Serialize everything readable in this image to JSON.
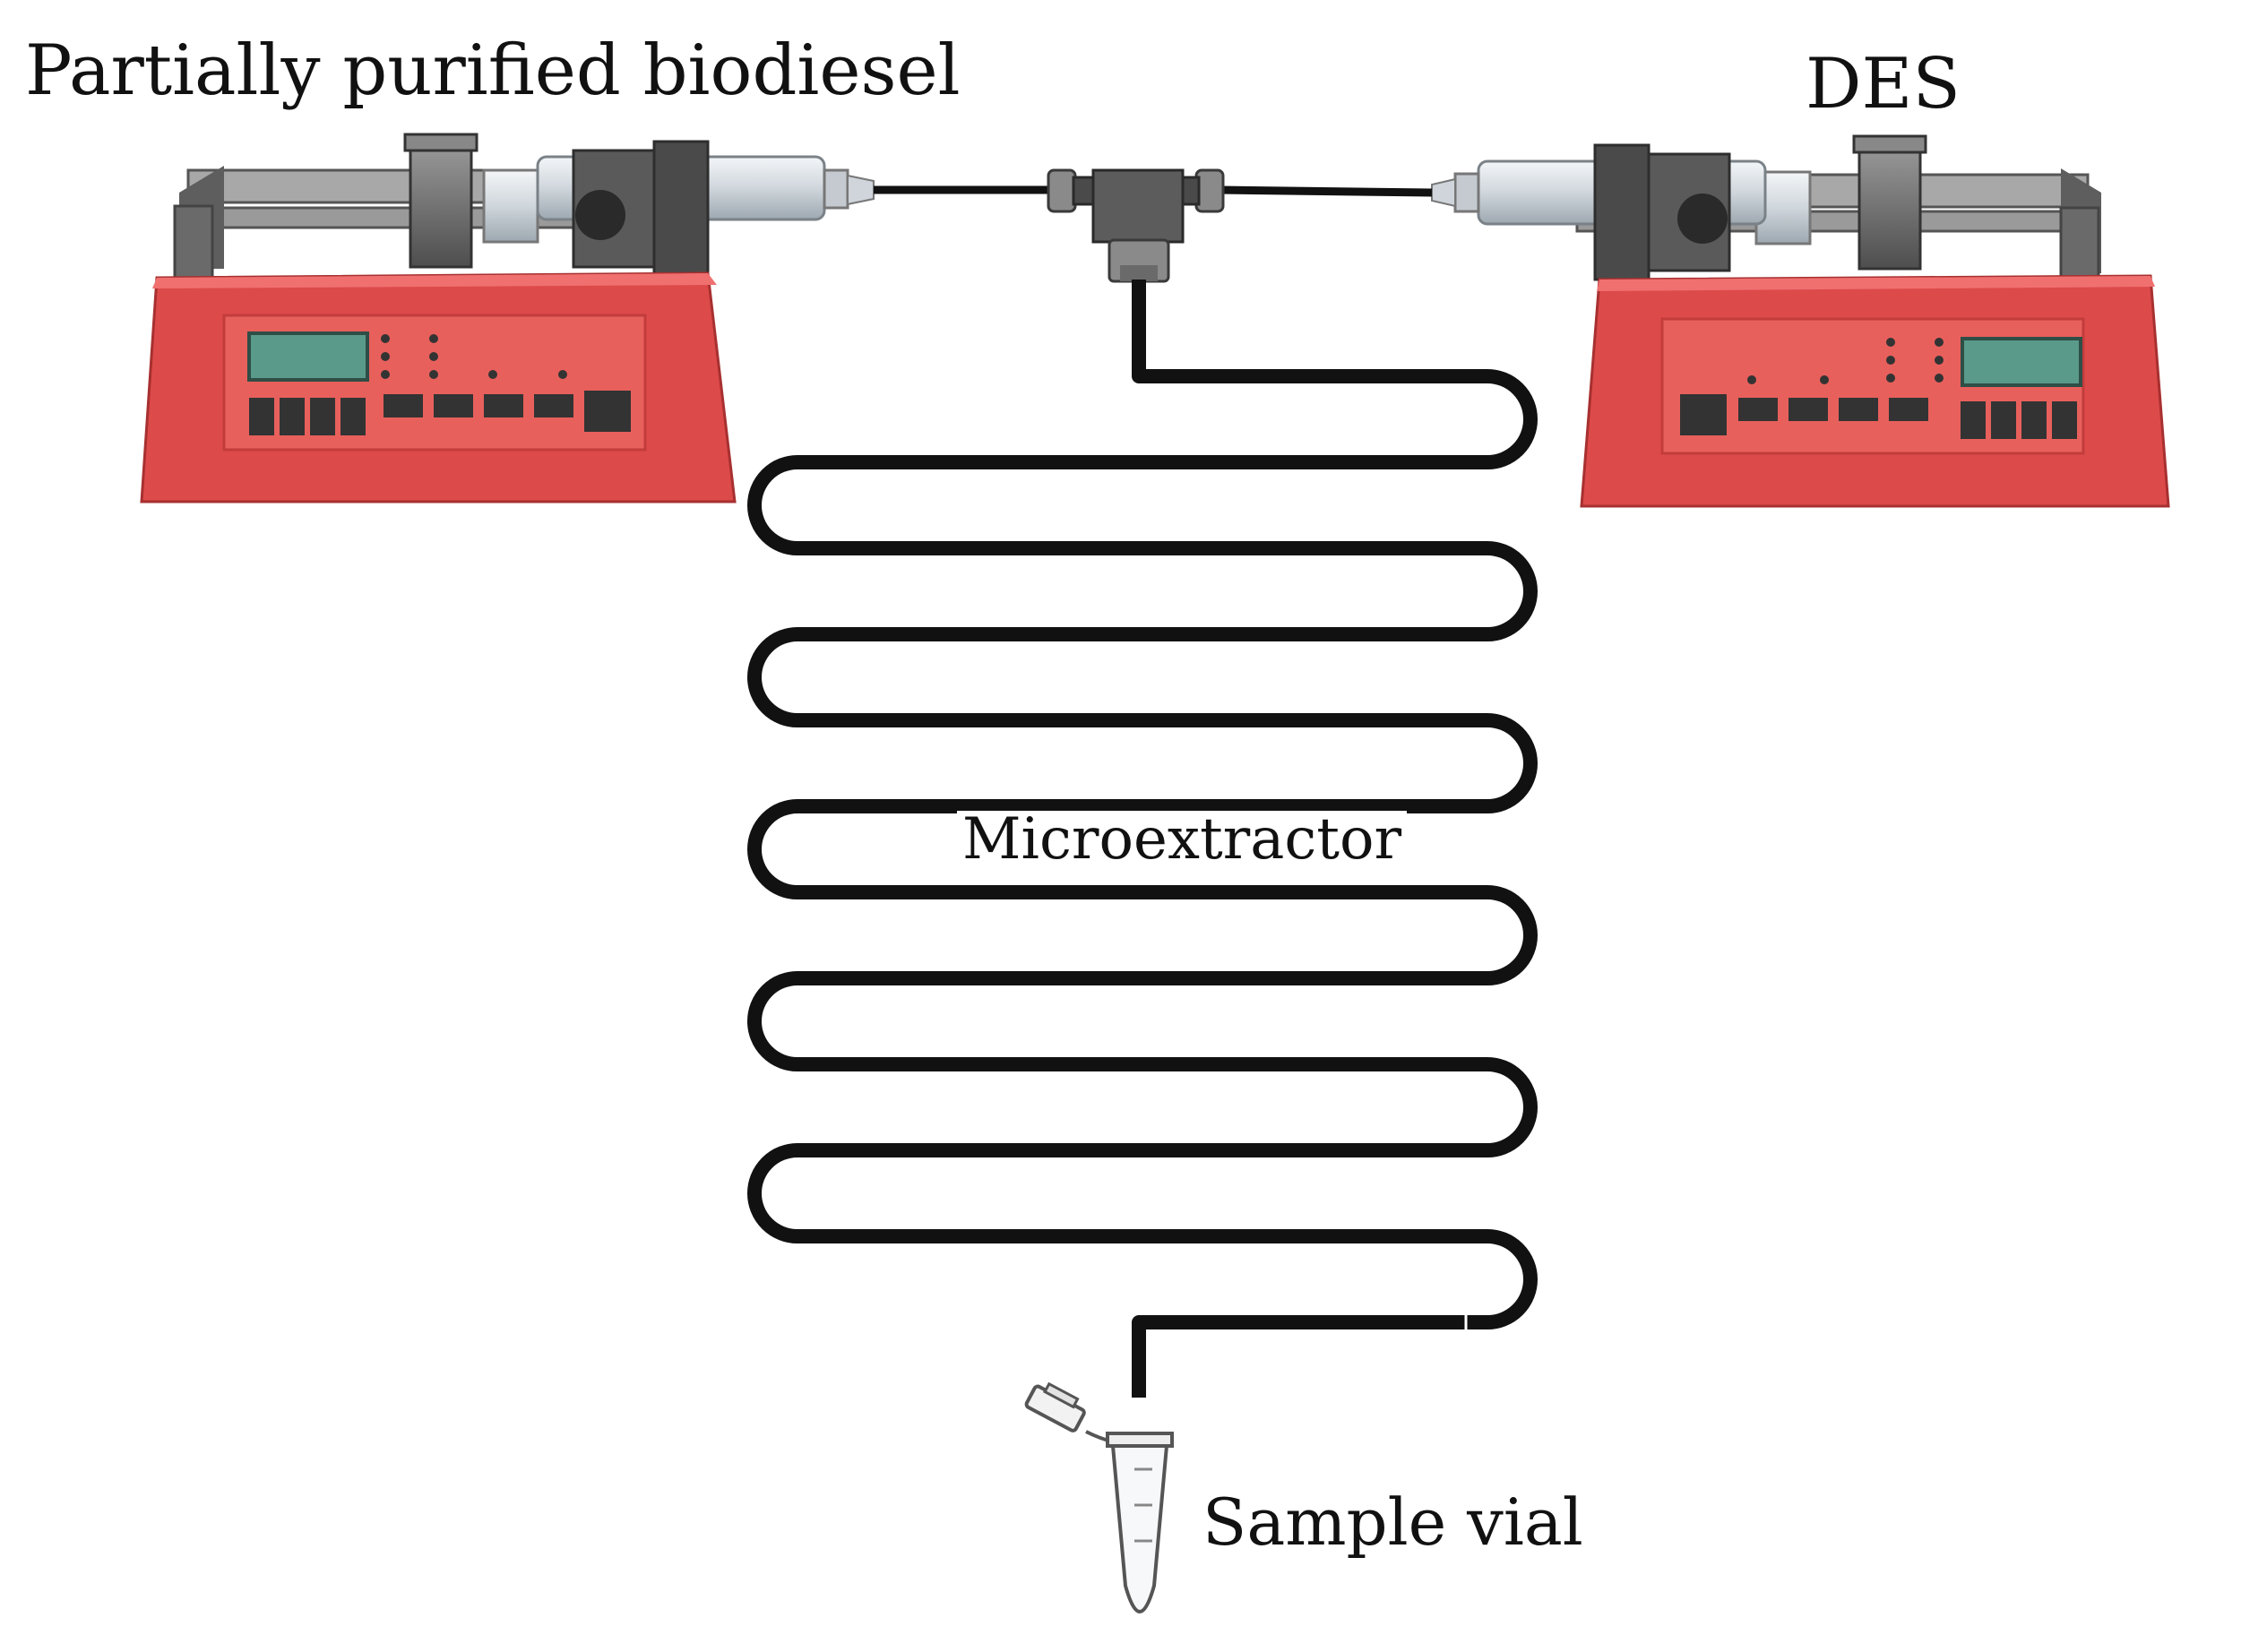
{
  "labels": {
    "left_pump": "Partially purified biodiesel",
    "right_pump": "DES",
    "coil": "Microextractor",
    "vial": "Sample vial"
  },
  "colors": {
    "pump_body": "#dd4a4a",
    "pump_panel": "#e8605c",
    "display": "#5a9a8a",
    "tubing": "#111111",
    "hardware": "#6e6e6e"
  }
}
